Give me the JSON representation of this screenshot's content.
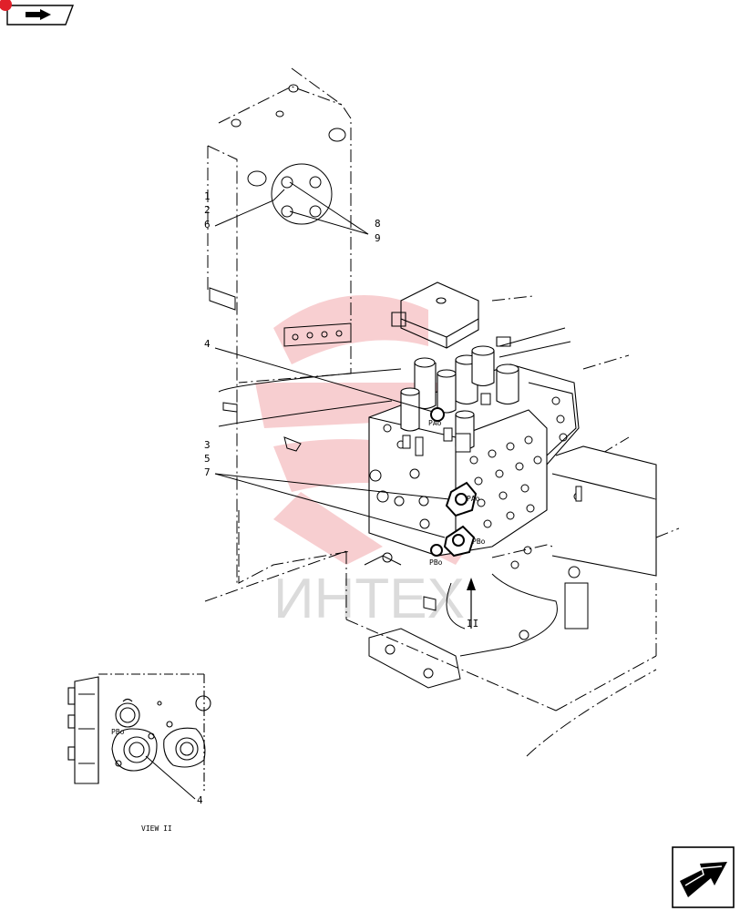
{
  "watermark": {
    "text": "ИНТЕХ",
    "color": "#f2a7ab"
  },
  "callouts": {
    "c1": "1",
    "c2": "2",
    "c6": "6",
    "c8": "8",
    "c9": "9",
    "c4": "4",
    "c3": "3",
    "c5": "5",
    "c7": "7",
    "c4_view": "4"
  },
  "ports": {
    "pa_top": "PAo",
    "pa_mid": "PAo",
    "pb_mid": "PBo",
    "pb_low": "PBo",
    "pb_view": "PBo"
  },
  "view_arrow_label": "II",
  "view_caption": "VIEW II",
  "nav": {
    "back_icon": "back-arrow-icon",
    "next_icon": "next-page-arrow-icon",
    "accent": "#e0202a"
  }
}
